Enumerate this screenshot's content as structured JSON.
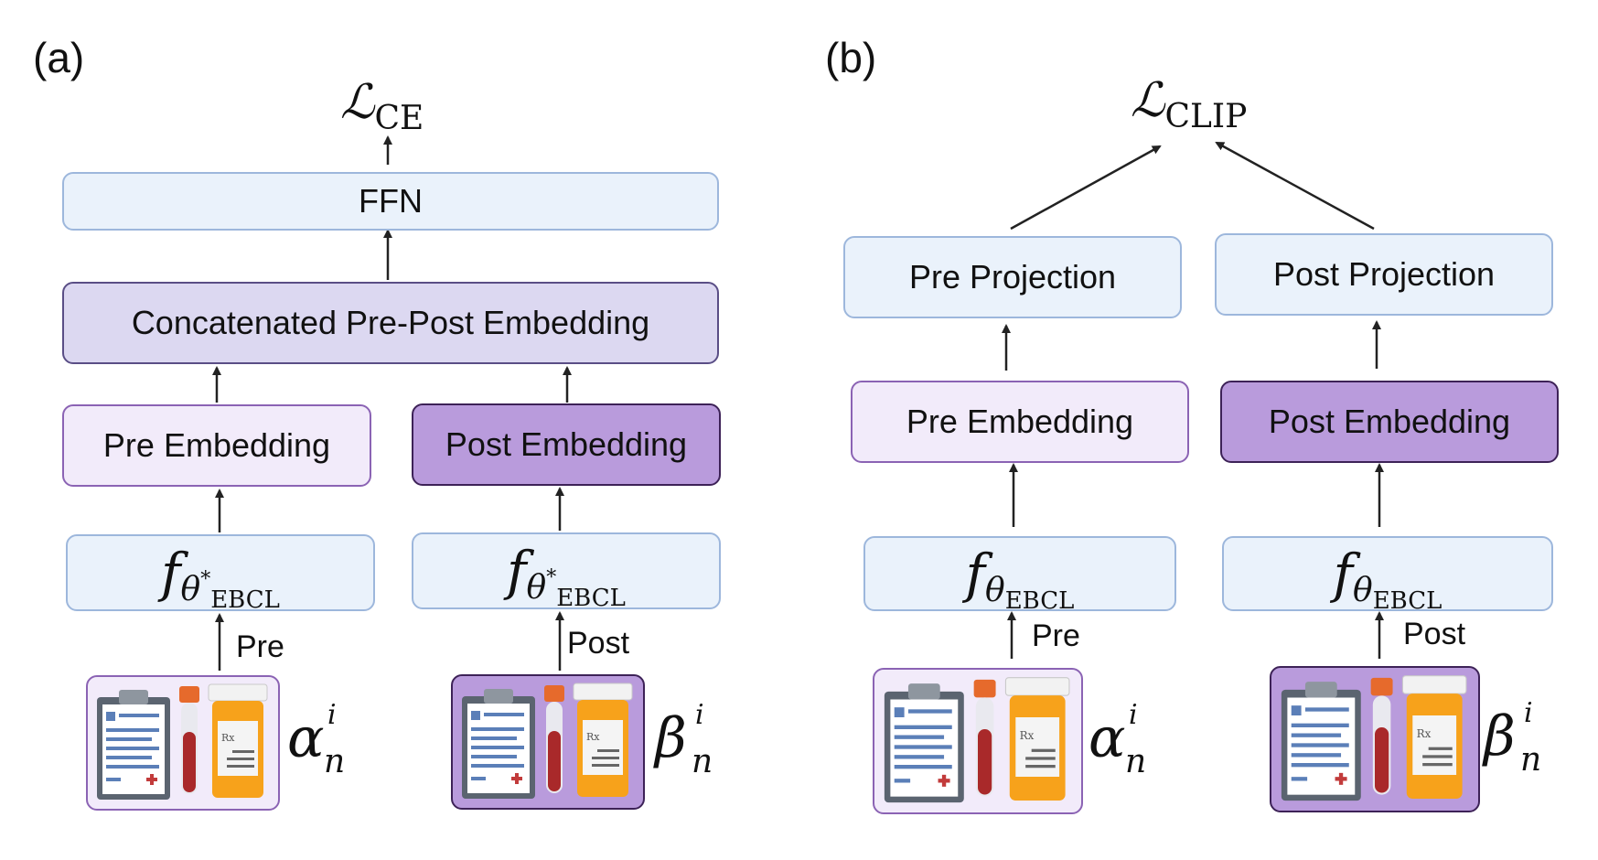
{
  "panel_a": {
    "label": "(a)",
    "loss": {
      "symbol": "ℒ",
      "subscript": "CE"
    },
    "ffn": "FFN",
    "concat": "Concatenated Pre-Post Embedding",
    "pre_embedding": "Pre Embedding",
    "post_embedding": "Post Embedding",
    "encoder": {
      "f": "f",
      "theta": "θ",
      "star": "*",
      "sub": "EBCL"
    },
    "pre_arrow": "Pre",
    "post_arrow": "Post",
    "alpha": {
      "base": "α",
      "sup": "i",
      "sub": "n"
    },
    "beta": {
      "base": "β",
      "sup": "i",
      "sub": "n"
    }
  },
  "panel_b": {
    "label": "(b)",
    "loss": {
      "symbol": "ℒ",
      "subscript": "CLIP"
    },
    "pre_projection": "Pre Projection",
    "post_projection": "Post Projection",
    "pre_embedding": "Pre Embedding",
    "post_embedding": "Post Embedding",
    "encoder": {
      "f": "f",
      "theta": "θ",
      "sub": "EBCL"
    },
    "pre_arrow": "Pre",
    "post_arrow": "Post",
    "alpha": {
      "base": "α",
      "sup": "i",
      "sub": "n"
    },
    "beta": {
      "base": "β",
      "sup": "i",
      "sub": "n"
    }
  },
  "icons": [
    "clipboard-icon",
    "blood-tube-icon",
    "pill-bottle-icon"
  ],
  "colors": {
    "blue_fill": "#eaf2fb",
    "blue_border": "#9db7dc",
    "concat_fill": "#dcd8f1",
    "pre_fill": "#f2ebfa",
    "post_fill": "#b99bdc",
    "bottle": "#f7a21b",
    "tube": "#a9292a"
  }
}
